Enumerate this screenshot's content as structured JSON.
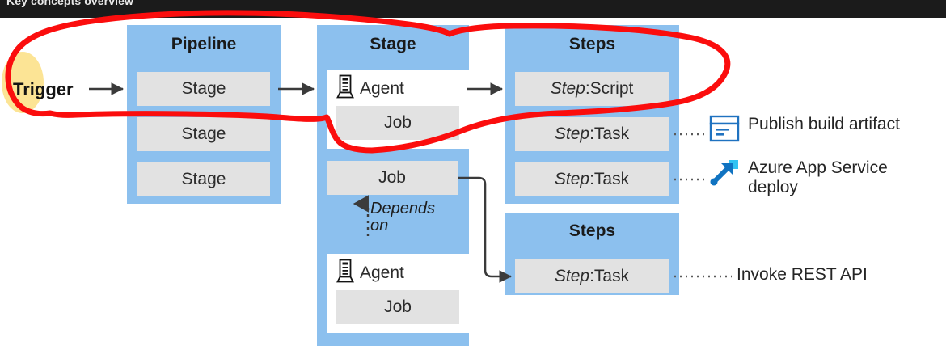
{
  "header": {
    "title": "Key concepts overview"
  },
  "trigger": {
    "label": "Trigger"
  },
  "pipeline": {
    "title": "Pipeline",
    "stages": [
      "Stage",
      "Stage",
      "Stage"
    ]
  },
  "stage": {
    "title": "Stage",
    "agent_top": {
      "icon": "agent-server-icon",
      "label": "Agent",
      "job": "Job"
    },
    "job_middle": "Job",
    "depends_line1": "Depends",
    "depends_line2": "on",
    "agent_bottom": {
      "icon": "agent-server-icon",
      "label": "Agent",
      "job": "Job"
    }
  },
  "steps_top": {
    "title": "Steps",
    "items": [
      {
        "kind": "Step",
        "sep": ": ",
        "name": "Script"
      },
      {
        "kind": "Step",
        "sep": ": ",
        "name": "Task"
      },
      {
        "kind": "Step",
        "sep": ": ",
        "name": "Task"
      }
    ]
  },
  "steps_bottom": {
    "title": "Steps",
    "items": [
      {
        "kind": "Step",
        "sep": ": ",
        "name": "Task"
      }
    ]
  },
  "legend": [
    {
      "icon": "publish-build-artifact-icon",
      "label": "Publish build artifact"
    },
    {
      "icon": "azure-app-service-deploy-icon",
      "label": "Azure App Service\ndeploy"
    },
    {
      "icon": "none",
      "label": "Invoke REST API"
    }
  ],
  "colors": {
    "panel_blue": "#8cc0ee",
    "box_grey": "#e2e2e2",
    "annotation_red": "#fb0d0d",
    "highlight_yellow": "#fbdf82",
    "icon_blue": "#1f72c0",
    "icon_cyan": "#32c3f3",
    "header_dark": "#1b1b1b"
  }
}
